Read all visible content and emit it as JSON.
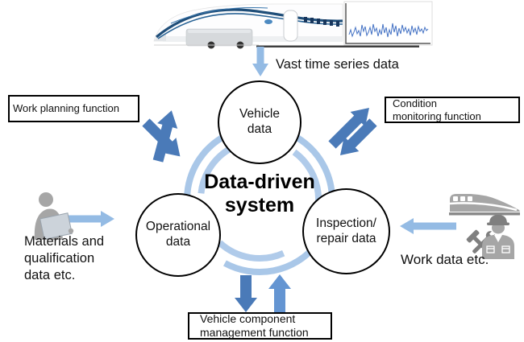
{
  "colors": {
    "dark_blue": "#4a7ab8",
    "medium_blue": "#6495d2",
    "light_blue": "#94bbe4",
    "arc_blue": "#a9c7e8",
    "icon_gray": "#a6a6a6",
    "icon_gray_dark": "#7f7f7f",
    "train_line": "#1f4e79",
    "chart_line": "#4472c4"
  },
  "top": {
    "caption": "Vast time series data"
  },
  "center": {
    "title_line1": "Data-driven",
    "title_line2": "system"
  },
  "nodes": {
    "vehicle": {
      "line1": "Vehicle",
      "line2": "data"
    },
    "operational": {
      "line1": "Operational",
      "line2": "data"
    },
    "inspection": {
      "line1": "Inspection/",
      "line2": "repair data"
    }
  },
  "boxes": {
    "work_planning": {
      "label": "Work planning function"
    },
    "condition_monitoring": {
      "line1": "Condition",
      "line2": "monitoring function"
    },
    "component_management": {
      "line1": "Vehicle component",
      "line2": "management function"
    }
  },
  "sources": {
    "materials": {
      "line1": "Materials and",
      "line2": "qualification",
      "line3": "data etc."
    },
    "work": {
      "label": "Work data etc."
    }
  }
}
